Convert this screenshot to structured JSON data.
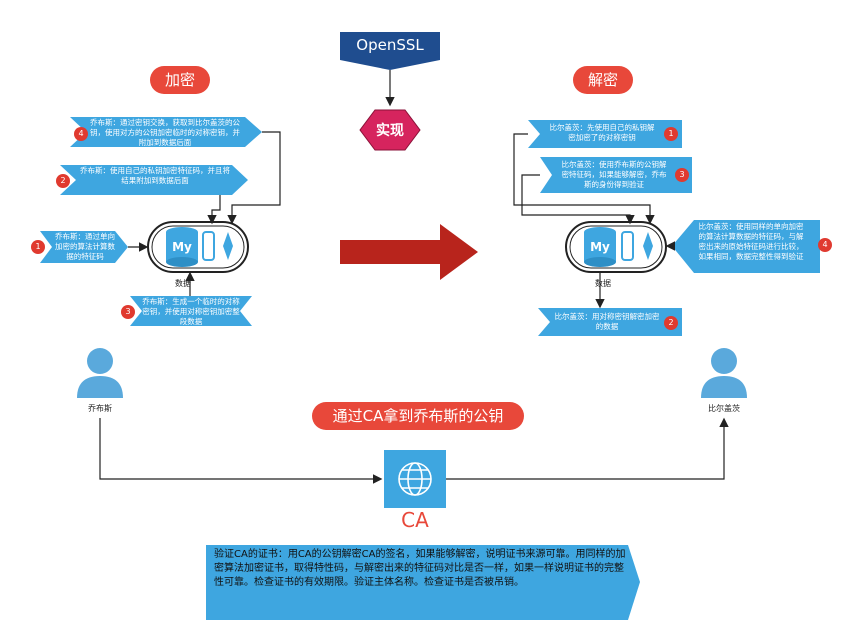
{
  "header": {
    "openssl": "OpenSSL",
    "implement": "实现"
  },
  "sections": {
    "encrypt": "加密",
    "decrypt": "解密"
  },
  "left_notes": [
    {
      "num": "4",
      "text": "乔布斯：通过密钥交换，获取到比尔盖茨的公钥，使用对方的公钥加密临时的对称密钥，并附加到数据后面"
    },
    {
      "num": "2",
      "text": "乔布斯：使用自己的私钥加密特征码，并且将结果附加到数据后面"
    },
    {
      "num": "1",
      "text": "乔布斯：通过单向加密的算法计算数据的特征码"
    },
    {
      "num": "3",
      "text": "乔布斯：生成一个临时的对称密钥，并使用对称密钥加密整段数据"
    }
  ],
  "right_notes": [
    {
      "num": "1",
      "text": "比尔盖茨：先使用自己的私钥解密加密了的对称密钥"
    },
    {
      "num": "3",
      "text": "比尔盖茨：使用乔布斯的公钥解密特征码，如果能够解密，乔布斯的身份得到验证"
    },
    {
      "num": "4",
      "text": "比尔盖茨：使用同样的单向加密的算法计算数据的特征码，与解密出来的原始特征码进行比较，如果相同，数据完整性得到验证"
    },
    {
      "num": "2",
      "text": "比尔盖茨：用对称密钥解密加密的数据"
    }
  ],
  "data_label": "数据",
  "db_label": "My",
  "people": {
    "left": "乔布斯",
    "right": "比尔盖茨"
  },
  "ca_banner": "通过CA拿到乔布斯的公钥",
  "ca_label": "CA",
  "verify_text": "验证CA的证书：用CA的公钥解密CA的签名，如果能够解密，说明证书来源可靠。用同样的加密算法加密证书，取得特性码，与解密出来的特征码对比是否一样，如果一样说明证书的完整性可靠。检查证书的有效期限。验证主体名称。检查证书是否被吊销。",
  "colors": {
    "note_blue": "#3ea6e0",
    "red": "#e8483a",
    "dark_red": "#b8241c",
    "navy": "#1f4d8f",
    "magenta": "#d6245e",
    "person_blue": "#5aa9dc"
  }
}
